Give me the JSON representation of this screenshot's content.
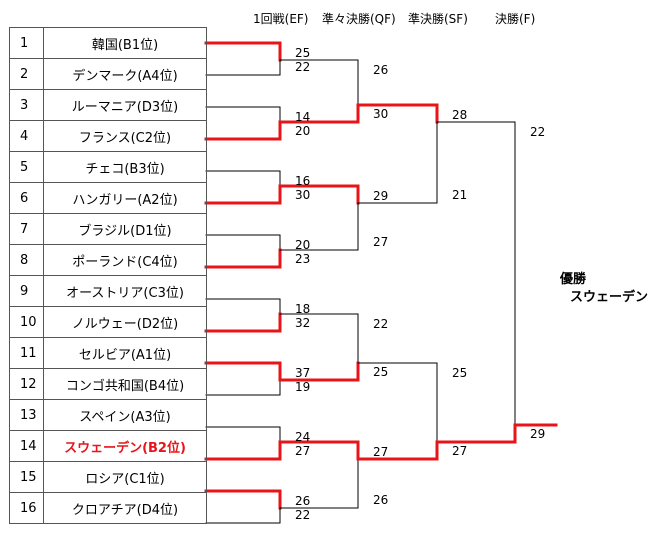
{
  "rounds": {
    "ef": "1回戦(EF)",
    "qf": "準々決勝(QF)",
    "sf": "準決勝(SF)",
    "final": "決勝(F)"
  },
  "teams": [
    {
      "seed": "1",
      "name": "韓国(B1位)"
    },
    {
      "seed": "2",
      "name": "デンマーク(A4位)"
    },
    {
      "seed": "3",
      "name": "ルーマニア(D3位)"
    },
    {
      "seed": "4",
      "name": "フランス(C2位)"
    },
    {
      "seed": "5",
      "name": "チェコ(B3位)"
    },
    {
      "seed": "6",
      "name": "ハンガリー(A2位)"
    },
    {
      "seed": "7",
      "name": "ブラジル(D1位)"
    },
    {
      "seed": "8",
      "name": "ポーランド(C4位)"
    },
    {
      "seed": "9",
      "name": "オーストリア(C3位)"
    },
    {
      "seed": "10",
      "name": "ノルウェー(D2位)"
    },
    {
      "seed": "11",
      "name": "セルビア(A1位)"
    },
    {
      "seed": "12",
      "name": "コンゴ共和国(B4位)"
    },
    {
      "seed": "13",
      "name": "スペイン(A3位)"
    },
    {
      "seed": "14",
      "name": "スウェーデン(B2位)"
    },
    {
      "seed": "15",
      "name": "ロシア(C1位)"
    },
    {
      "seed": "16",
      "name": "クロアチア(D4位)"
    }
  ],
  "highlight_team_index": 13,
  "round1": [
    {
      "top": "25",
      "bottom": "22",
      "winner": "top"
    },
    {
      "top": "14",
      "bottom": "20",
      "winner": "bottom"
    },
    {
      "top": "16",
      "bottom": "30",
      "winner": "bottom"
    },
    {
      "top": "20",
      "bottom": "23",
      "winner": "bottom"
    },
    {
      "top": "18",
      "bottom": "32",
      "winner": "bottom"
    },
    {
      "top": "37",
      "bottom": "19",
      "winner": "top"
    },
    {
      "top": "24",
      "bottom": "27",
      "winner": "bottom"
    },
    {
      "top": "26",
      "bottom": "22",
      "winner": "top"
    }
  ],
  "quarterfinals": [
    {
      "top": "26",
      "bottom": "30",
      "winner": "bottom"
    },
    {
      "top": "29",
      "bottom": "27",
      "winner": "top"
    },
    {
      "top": "22",
      "bottom": "25",
      "winner": "bottom"
    },
    {
      "top": "27",
      "bottom": "26",
      "winner": "top"
    }
  ],
  "semifinals": [
    {
      "top": "28",
      "bottom": "21",
      "winner": "top"
    },
    {
      "top": "25",
      "bottom": "27",
      "winner": "bottom"
    }
  ],
  "final": {
    "top": "22",
    "bottom": "29",
    "winner": "bottom"
  },
  "champion": {
    "label": "優勝",
    "team": "スウェーデン"
  },
  "colors": {
    "win_line": "#e8141a",
    "line": "#000000",
    "highlight_text": "#e8141a"
  }
}
